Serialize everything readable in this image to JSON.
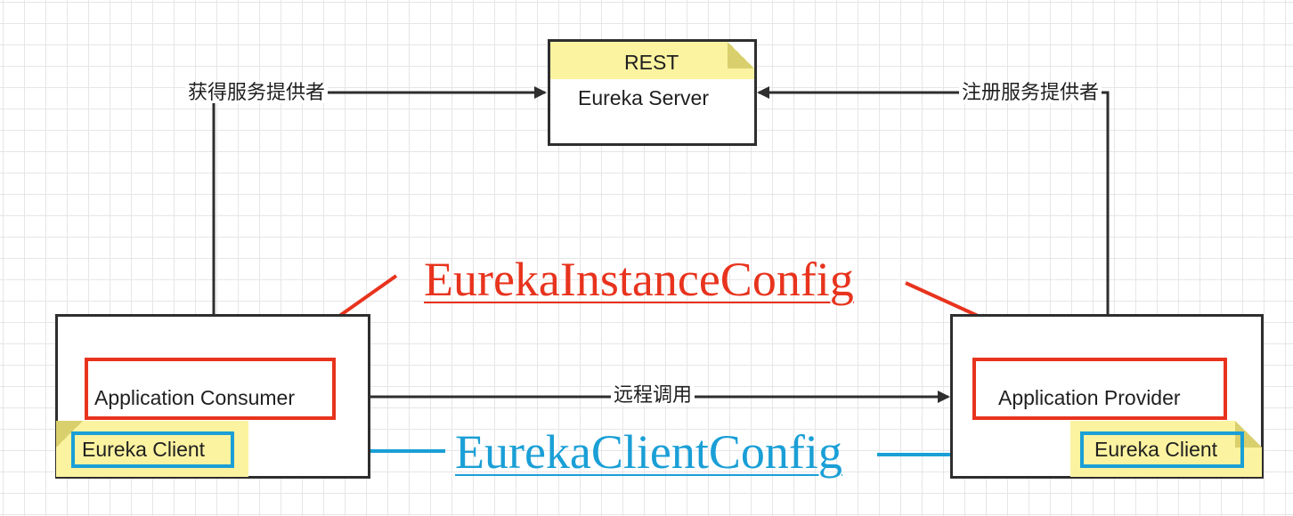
{
  "server": {
    "tag": "REST",
    "title": "Eureka Server"
  },
  "consumer": {
    "title": "Application Consumer",
    "client": "Eureka Client"
  },
  "provider": {
    "title": "Application Provider",
    "client": "Eureka Client"
  },
  "edges": {
    "get_providers": "获得服务提供者",
    "register_provider": "注册服务提供者",
    "remote_call": "远程调用"
  },
  "annotations": {
    "instance_config": "EurekaInstanceConfig",
    "client_config": "EurekaClientConfig"
  },
  "colors": {
    "red": "#e8331d",
    "blue": "#1a9fd6",
    "line": "#2e2e2e",
    "note": "#fbf3a0"
  }
}
